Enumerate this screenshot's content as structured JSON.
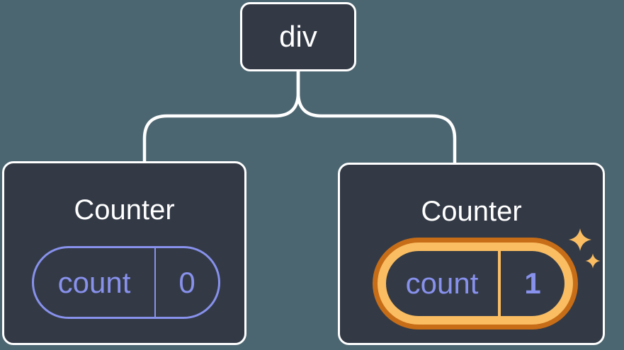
{
  "tree": {
    "root": {
      "label": "div"
    },
    "children": [
      {
        "title": "Counter",
        "state": {
          "name": "count",
          "value": "0"
        },
        "highlighted": false
      },
      {
        "title": "Counter",
        "state": {
          "name": "count",
          "value": "1"
        },
        "highlighted": true
      }
    ]
  },
  "icons": {
    "sparkles": "sparkles-icon"
  },
  "colors": {
    "background": "#4C6671",
    "node_fill": "#333A46",
    "node_border": "#FFFFFF",
    "connector": "#FFFFFF",
    "state_purple": "#8891EC",
    "highlight_gold": "#FABD62",
    "highlight_dark_orange": "#C76D17"
  }
}
